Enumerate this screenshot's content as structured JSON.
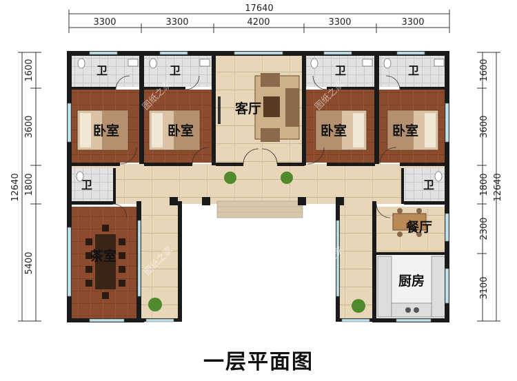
{
  "caption": "一层平面图",
  "watermark": "图纸之家",
  "dims": {
    "top_total": "17640",
    "top_segments": [
      "3300",
      "3300",
      "4200",
      "3300",
      "3300"
    ],
    "left_total": "12640",
    "left_segments": [
      "1600",
      "3600",
      "1800",
      "5400"
    ],
    "right_total": "12640",
    "right_segments": [
      "1600",
      "3600",
      "1800",
      "2300",
      "3100"
    ]
  },
  "rooms": {
    "bath_1": "卫",
    "bath_2": "卫",
    "bath_3": "卫",
    "bath_4": "卫",
    "bath_5": "卫",
    "bath_6": "卫",
    "bedroom_1": "卧室",
    "bedroom_2": "卧室",
    "bedroom_3": "卧室",
    "bedroom_4": "卧室",
    "living": "客厅",
    "tea": "茶室",
    "dining": "餐厅",
    "kitchen": "厨房"
  },
  "colors": {
    "wall": "#1a1a1a",
    "wood_floor": "#8b4a2b",
    "stone_floor": "#e6d3b4",
    "bath_floor": "#dcdcdc",
    "window": "#bfe3ea"
  }
}
